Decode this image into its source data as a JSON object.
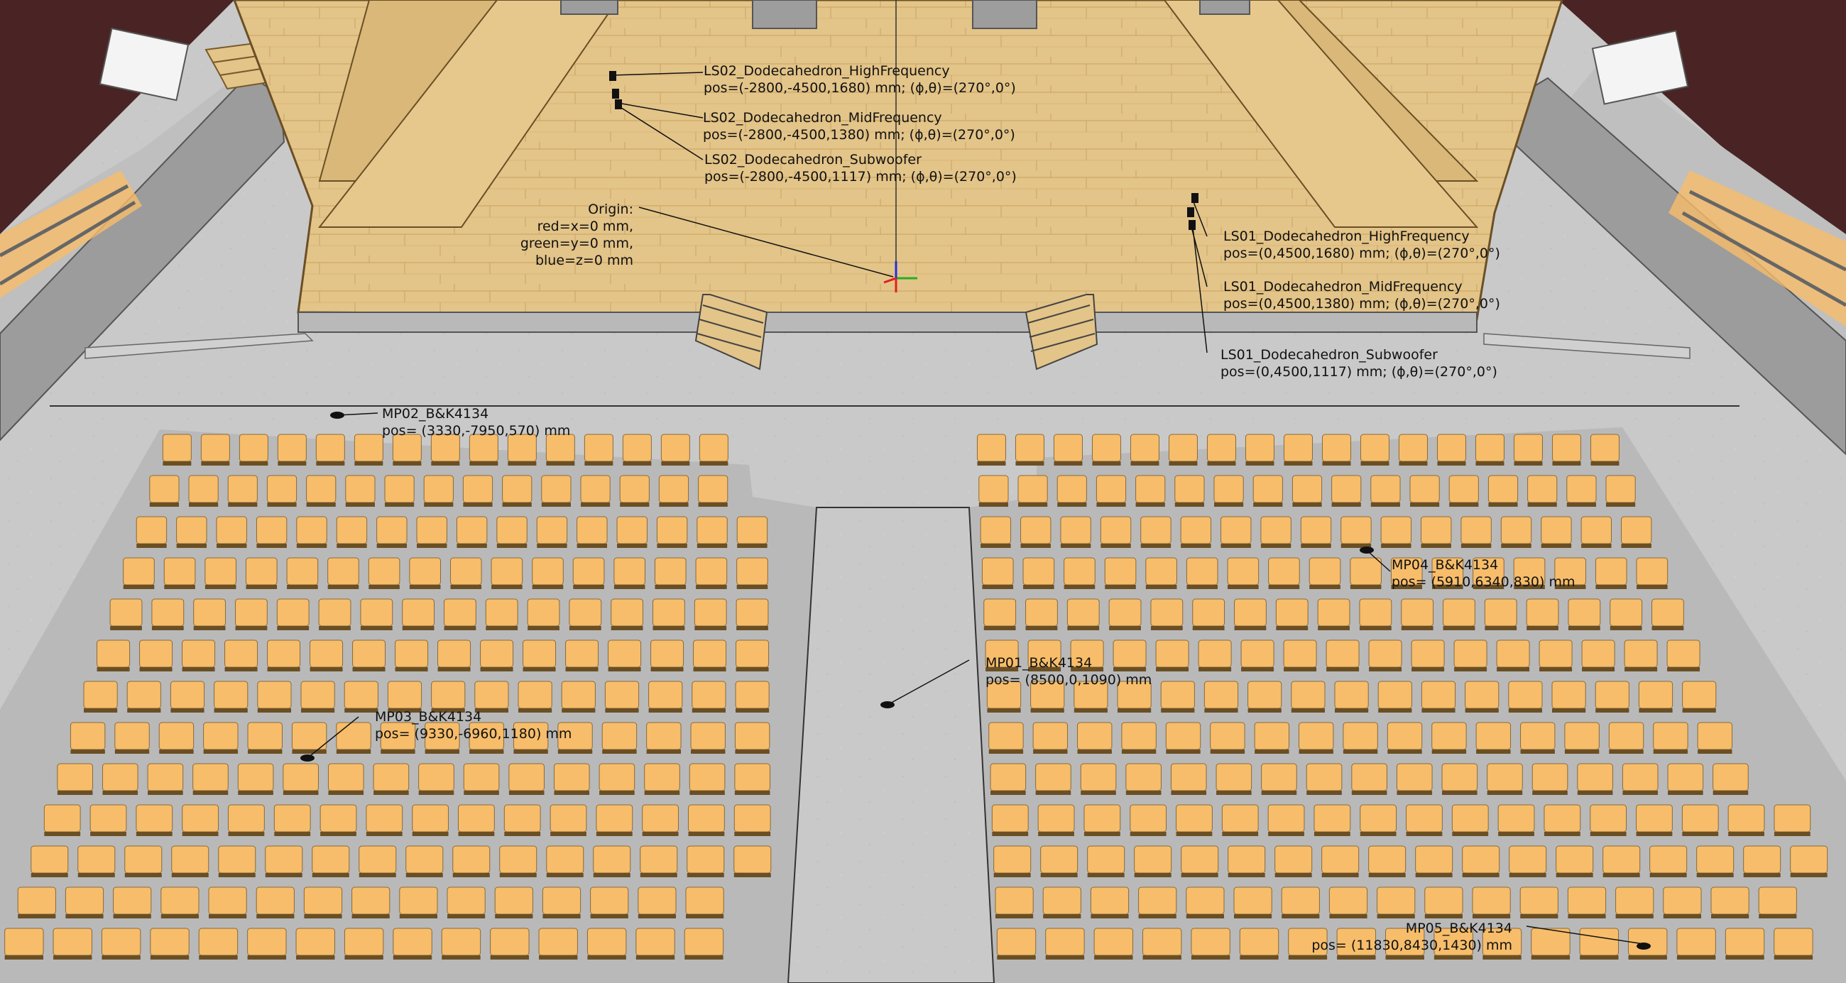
{
  "colors": {
    "stage_wood": "#e3c489",
    "floor": "#c9c9c9",
    "seat": "#f7bd6a",
    "wall_dark": "#4a2424",
    "annotation_line": "#111111",
    "axis_red": "#e02020",
    "axis_green": "#20b020",
    "axis_blue": "#2030e0"
  },
  "origin": {
    "title": "Origin:",
    "red": "red=x=0 mm,",
    "green": "green=y=0 mm,",
    "blue": "blue=z=0 mm"
  },
  "speakers": [
    {
      "name": "LS02_Dodecahedron_HighFrequency",
      "pos": "pos=(-2800,-4500,1680) mm; (ϕ,θ)=(270°,0°)"
    },
    {
      "name": "LS02_Dodecahedron_MidFrequency",
      "pos": "pos=(-2800,-4500,1380) mm; (ϕ,θ)=(270°,0°)"
    },
    {
      "name": "LS02_Dodecahedron_Subwoofer",
      "pos": "pos=(-2800,-4500,1117) mm; (ϕ,θ)=(270°,0°)"
    },
    {
      "name": "LS01_Dodecahedron_HighFrequency",
      "pos": "pos=(0,4500,1680) mm; (ϕ,θ)=(270°,0°)"
    },
    {
      "name": "LS01_Dodecahedron_MidFrequency",
      "pos": "pos=(0,4500,1380) mm; (ϕ,θ)=(270°,0°)"
    },
    {
      "name": "LS01_Dodecahedron_Subwoofer",
      "pos": "pos=(0,4500,1117) mm; (ϕ,θ)=(270°,0°)"
    }
  ],
  "microphones": [
    {
      "name": "MP02_B&K4134",
      "pos": "pos= (3330,-7950,570) mm"
    },
    {
      "name": "MP04_B&K4134",
      "pos": "pos= (5910,6340,830) mm"
    },
    {
      "name": "MP01_B&K4134",
      "pos": "pos= (8500,0,1090) mm"
    },
    {
      "name": "MP03_B&K4134",
      "pos": "pos= (9330,-6960,1180) mm"
    },
    {
      "name": "MP05_B&K4134",
      "pos": "pos= (11830,8430,1430) mm"
    }
  ]
}
